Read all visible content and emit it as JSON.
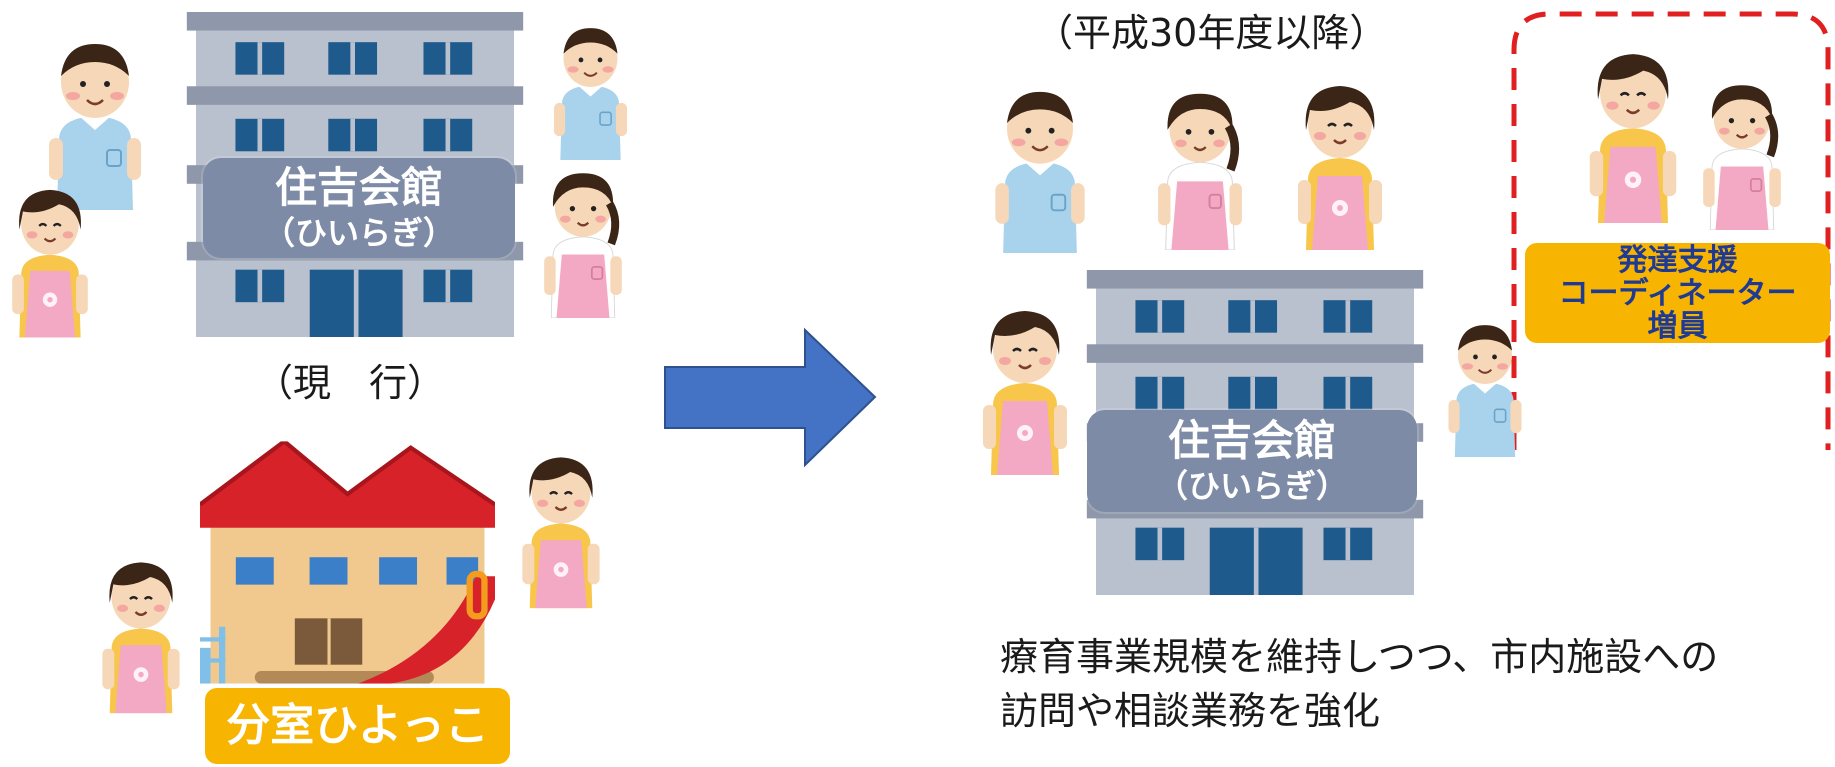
{
  "current": {
    "caption": "（現　行）",
    "main_building": {
      "name": "住吉会館",
      "sub": "（ひいらぎ）"
    },
    "branch": {
      "name": "分室ひよっこ"
    }
  },
  "future": {
    "caption": "（平成30年度以降）",
    "main_building": {
      "name": "住吉会館",
      "sub": "（ひいらぎ）"
    },
    "coordinator": {
      "line1": "発達支援",
      "line2": "コーディネーター",
      "line3": "増員"
    },
    "description_line1": "療育事業規模を維持しつつ、市内施設への",
    "description_line2": "訪問や相談業務を強化"
  },
  "colors": {
    "arrow": "#4472c4",
    "dashed_box": "#e02020",
    "building_label": "#7d8ba6",
    "yellow_label": "#f7b400",
    "coordinator_text": "#1f3a93"
  }
}
